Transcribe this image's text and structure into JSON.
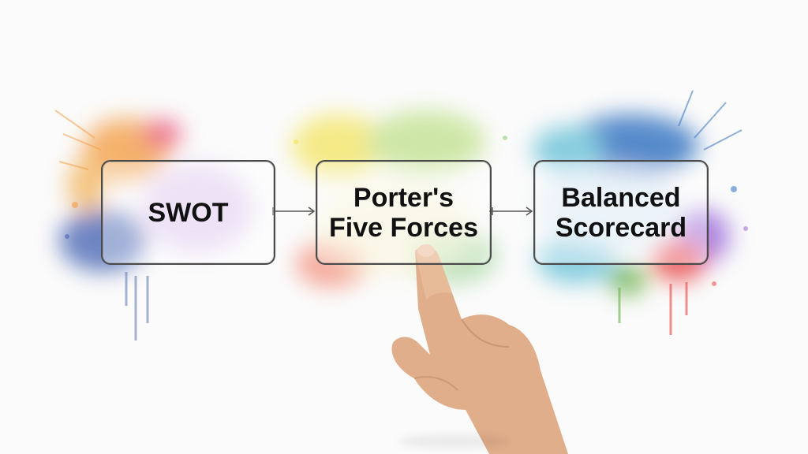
{
  "steps": [
    {
      "label": "SWOT"
    },
    {
      "label": "Porter's Five Forces"
    },
    {
      "label": "Balanced Scorecard"
    }
  ],
  "colors": {
    "outline": "#4a4a4a",
    "text": "#111111",
    "splash_1": [
      "#f39a3d",
      "#e8436a",
      "#3f5fb0",
      "#c9a3e8"
    ],
    "splash_2": [
      "#f2e14a",
      "#8ccf6a",
      "#f2806a"
    ],
    "splash_3": [
      "#2f6fc0",
      "#6bc2d8",
      "#e84a4a",
      "#9a6ad8",
      "#6ab04c"
    ],
    "hand": "#d9a07a"
  }
}
